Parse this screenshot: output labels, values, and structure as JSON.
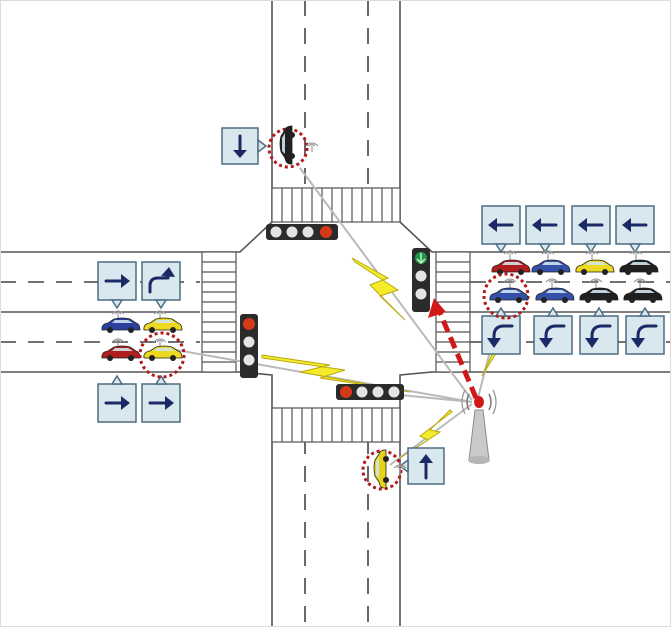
{
  "diagram": {
    "description": "",
    "colors": {
      "road_line": "#555555",
      "sign_fill": "#d9e8ee",
      "sign_border": "#4d6c80",
      "arrow": "#1b2a66",
      "wireless_link": "#f4ec2a",
      "highlight_circle": "#b01a1a",
      "red_link": "#d01818",
      "signal_red": "#d43a1a",
      "signal_green": "#1e9a46"
    },
    "signals": [
      {
        "id": "north",
        "state": "red"
      },
      {
        "id": "east",
        "state": "green"
      },
      {
        "id": "west",
        "state": "red"
      },
      {
        "id": "south",
        "state": "red"
      }
    ],
    "signs": {
      "north": [
        "down-arrow-icon"
      ],
      "east_top": [
        "left-arrow-icon",
        "left-arrow-icon",
        "left-arrow-icon",
        "left-arrow-icon"
      ],
      "east_bottom": [
        "turn-left-arrow-icon",
        "turn-left-arrow-icon",
        "turn-left-arrow-icon",
        "turn-left-arrow-icon"
      ],
      "west_top": [
        "right-arrow-icon",
        "turn-right-arrow-icon"
      ],
      "west_bottom": [
        "right-arrow-icon",
        "right-arrow-icon"
      ],
      "south": [
        "up-arrow-icon"
      ]
    },
    "vehicles": {
      "east_row1": [
        "red-car",
        "blue-car",
        "yellow-car",
        "black-car"
      ],
      "east_row2": [
        "blue-car",
        "blue-car",
        "black-car",
        "black-car"
      ],
      "west_row1": [
        "blue-car",
        "yellow-car"
      ],
      "west_row2": [
        "red-car",
        "yellow-car"
      ],
      "north": [
        "black-car"
      ],
      "south": [
        "yellow-car"
      ]
    },
    "infrastructure": [
      "base-station-tower-icon"
    ]
  }
}
